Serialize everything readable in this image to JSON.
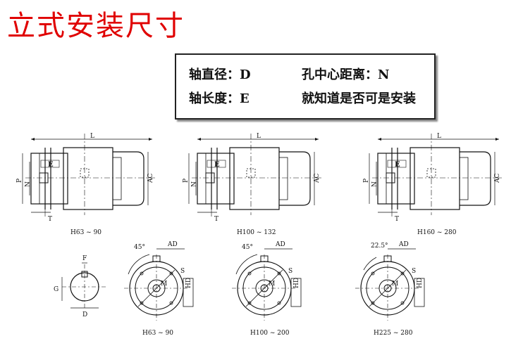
{
  "title": "立式安装尺寸",
  "info": {
    "shaft_diameter": "轴直径：D",
    "hole_center_distance": "孔中心距离：N",
    "shaft_length": "轴长度：E",
    "note": "就知道是否可是安装"
  },
  "side_views": [
    {
      "caption": "H63 ~ 90",
      "dim_L": "L",
      "dim_P": "P",
      "dim_N": "N",
      "dim_E": "E",
      "dim_AC": "AC",
      "dim_T": "T"
    },
    {
      "caption": "H100 ~ 132",
      "dim_L": "L",
      "dim_P": "P",
      "dim_N": "N",
      "dim_E": "E",
      "dim_AC": "AC",
      "dim_T": "T"
    },
    {
      "caption": "H160 ~ 280",
      "dim_L": "L",
      "dim_P": "P",
      "dim_N": "N",
      "dim_E": "E",
      "dim_AC": "AC",
      "dim_T": "T"
    }
  ],
  "shaft_detail": {
    "dim_F": "F",
    "dim_G": "G",
    "dim_D": "D"
  },
  "front_views": [
    {
      "caption": "H63 ~ 90",
      "angle": "45°",
      "dim_AD": "AD",
      "dim_S": "S",
      "dim_M": "M",
      "dim_HD": "HD"
    },
    {
      "caption": "H100 ~ 200",
      "angle": "45°",
      "dim_AD": "AD",
      "dim_S": "S",
      "dim_M": "M",
      "dim_HD": "HD"
    },
    {
      "caption": "H225 ~ 280",
      "angle": "22.5°",
      "dim_AD": "AD",
      "dim_S": "S",
      "dim_M": "M",
      "dim_HD": "HD"
    }
  ]
}
